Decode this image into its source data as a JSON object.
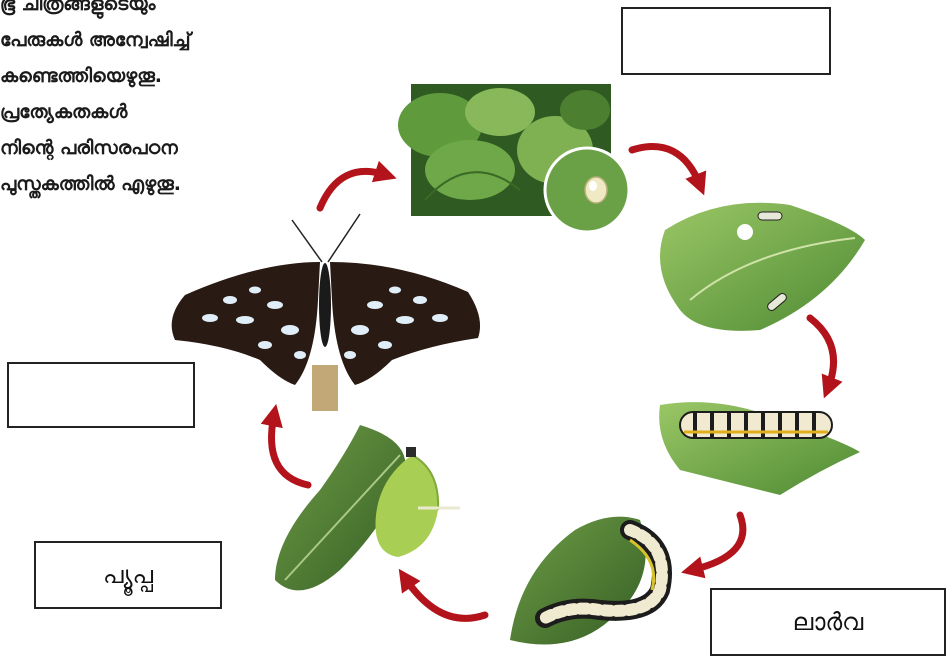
{
  "instructions": {
    "lines": [
      "ഭൂ ചിത്രങ്ങളുടെയും",
      "പേരുകൾ അന്വേഷിച്ച്",
      "കണ്ടെത്തിയെഴുതൂ.",
      "പ്രത്യേകതകൾ",
      "നിന്റെ പരിസരപഠന",
      "പുസ്തകത്തിൽ എഴുതൂ."
    ]
  },
  "labels": {
    "top_box": "",
    "left_box": "",
    "pupa": "പ്യൂപ്പ",
    "larva": "ലാർവ"
  },
  "colors": {
    "arrow": "#b3141b",
    "leaf": "#6fa84a",
    "butterfly_wing": "#2a1a14"
  }
}
